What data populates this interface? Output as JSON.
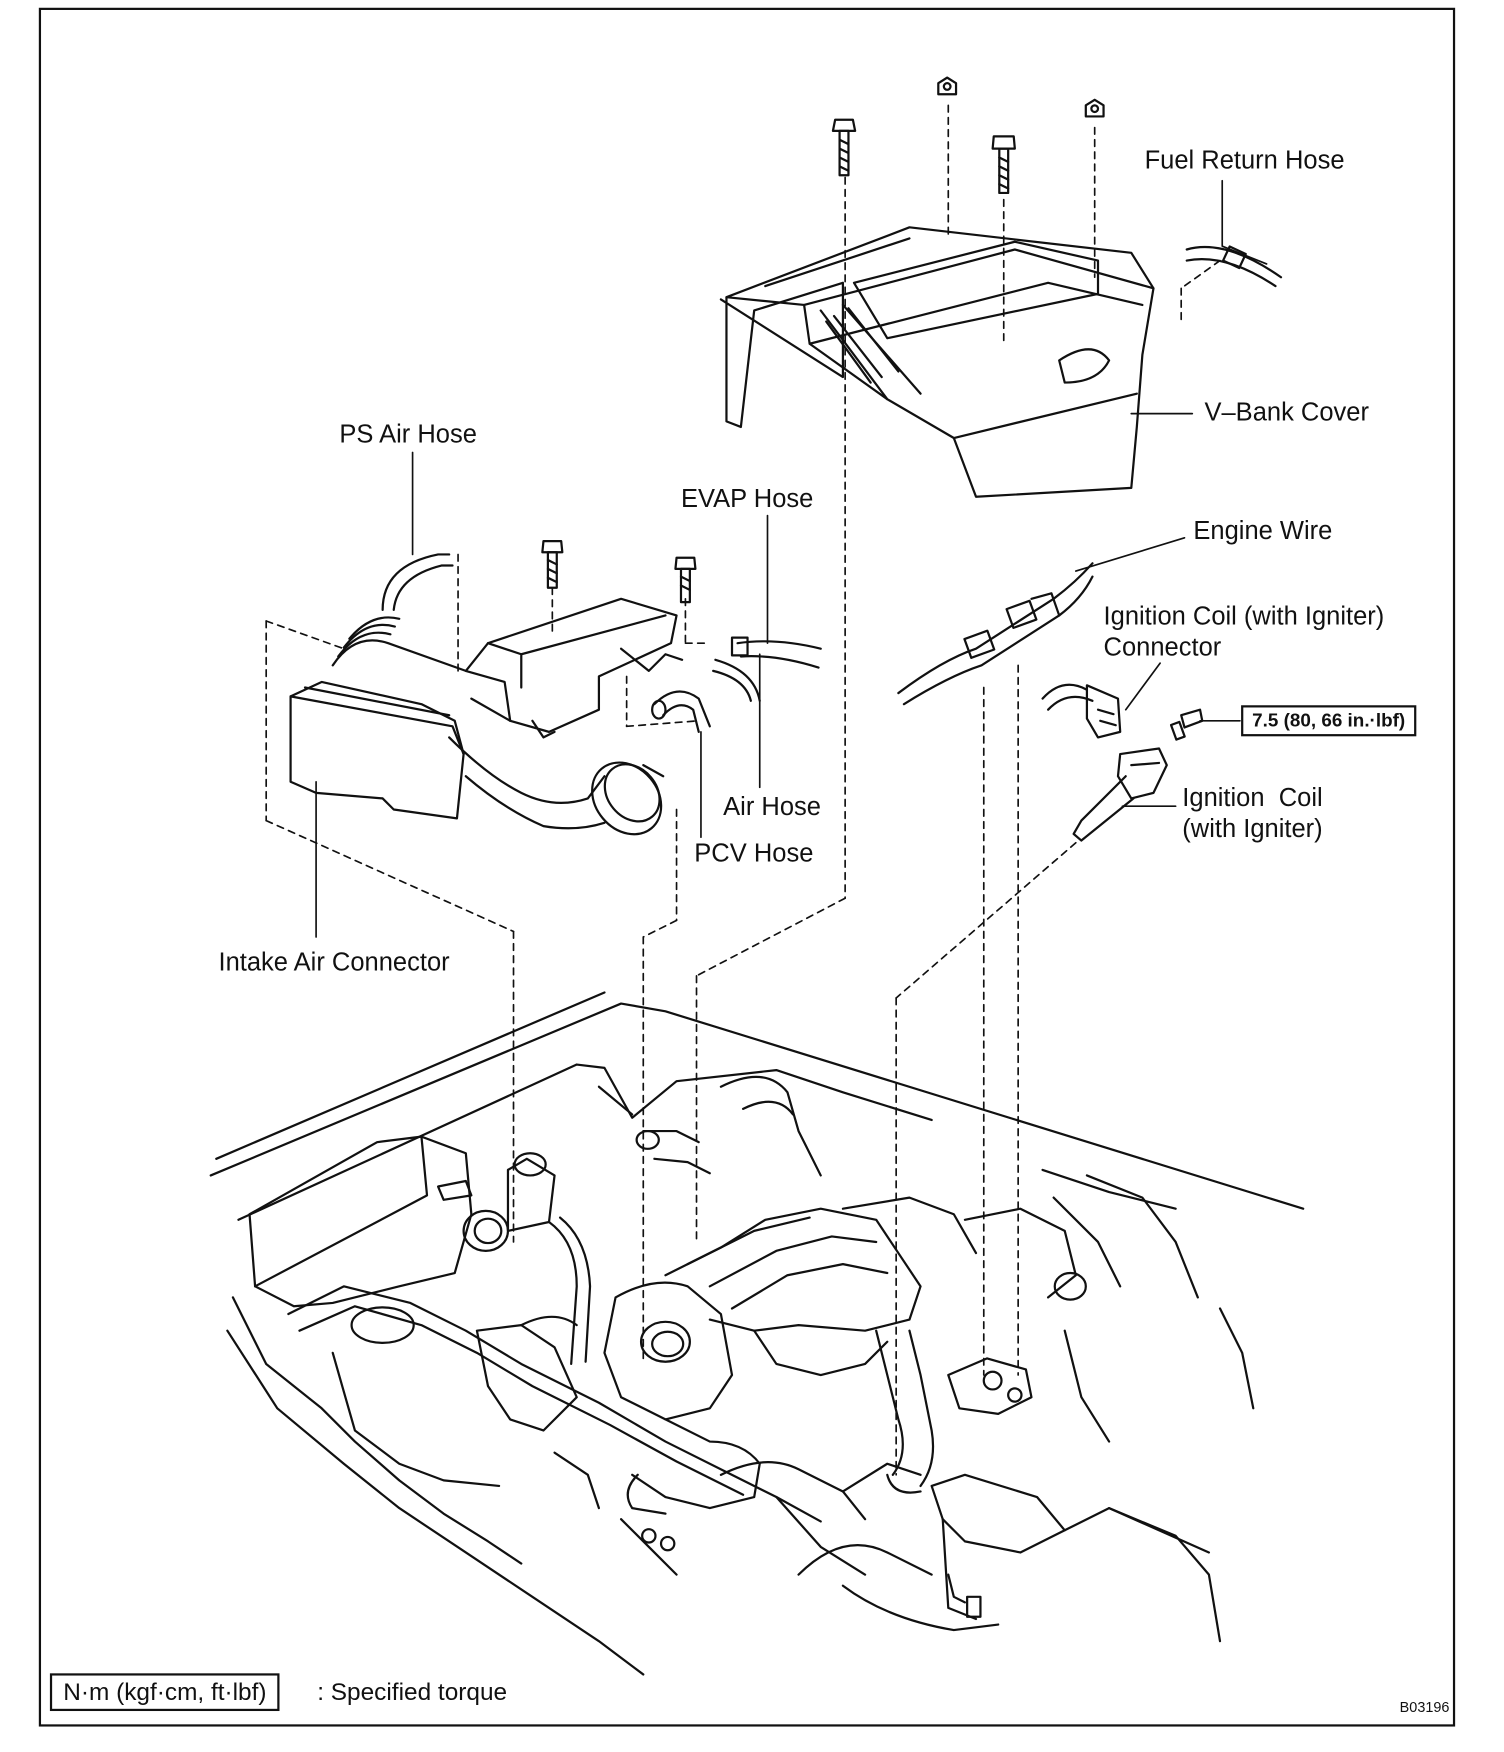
{
  "labels": {
    "fuel_return_hose": "Fuel Return Hose",
    "v_bank_cover": "V–Bank Cover",
    "ps_air_hose": "PS Air Hose",
    "evap_hose": "EVAP Hose",
    "engine_wire": "Engine Wire",
    "ignition_coil_connector": "Ignition Coil (with Igniter)\nConnector",
    "torque_value": "7.5 (80, 66 in.·lbf)",
    "air_hose": "Air Hose",
    "ignition_coil": "Ignition  Coil\n(with Igniter)",
    "pcv_hose": "PCV Hose",
    "intake_air_connector": "Intake Air Connector"
  },
  "legend": {
    "unit_box": "N·m (kgf·cm, ft·lbf)",
    "meaning": ": Specified torque"
  },
  "figure_id": "B03196",
  "icons": [
    "bolt-icon",
    "nut-icon"
  ]
}
